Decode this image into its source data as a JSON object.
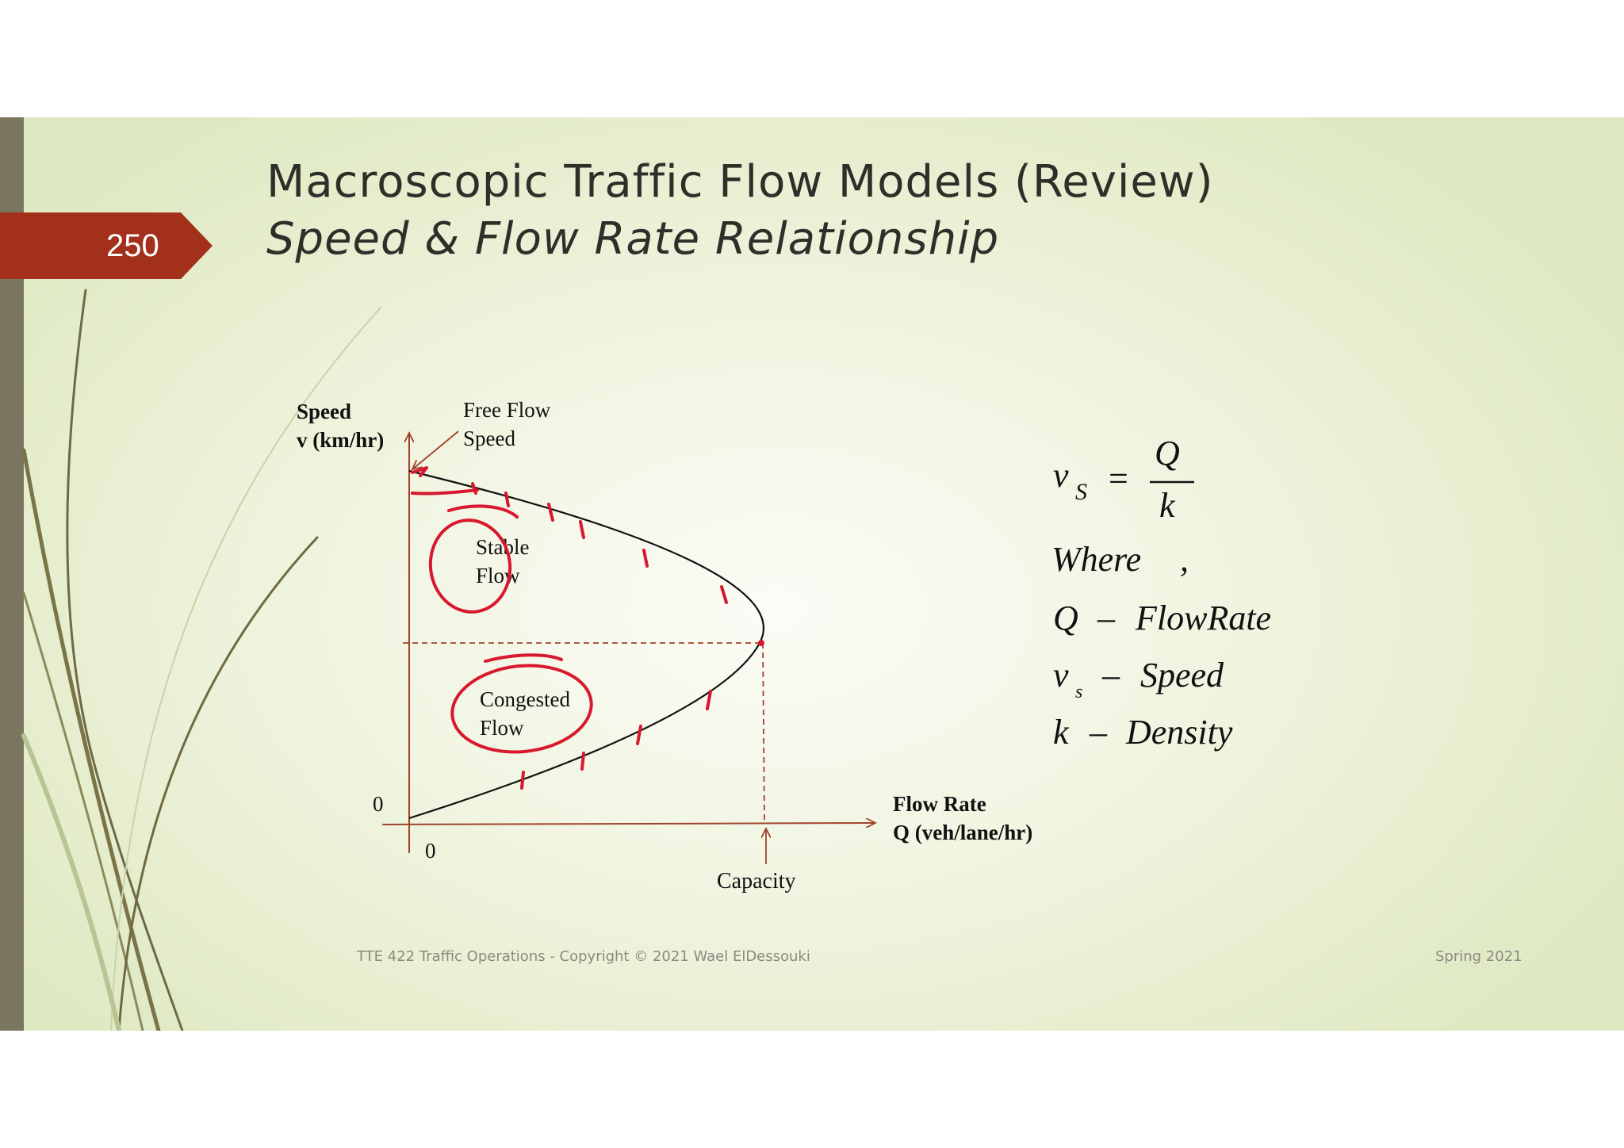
{
  "slide": {
    "number": "250",
    "title": "Macroscopic Traffic Flow Models (Review)",
    "subtitle": "Speed & Flow Rate Relationship",
    "footer_left": "TTE 422 Traffic Operations -  Copyright © 2021 Wael ElDessouki",
    "footer_right": "Spring 2021"
  },
  "colors": {
    "accent_red": "#a3301a",
    "axis": "#a0432c",
    "ink_red": "#d8182e",
    "curve": "#111111"
  },
  "diagram": {
    "y_axis_label_line1": "Speed",
    "y_axis_label_line2": "v (km/hr)",
    "x_axis_label_line1": "Flow Rate",
    "x_axis_label_line2": "Q (veh/lane/hr)",
    "origin_y": "0",
    "origin_x": "0",
    "free_flow_line1": "Free Flow",
    "free_flow_line2": "Speed",
    "stable_line1": "Stable",
    "stable_line2": "Flow",
    "congested_line1": "Congested",
    "congested_line2": "Flow",
    "capacity": "Capacity"
  },
  "formula": {
    "lhs_v": "v",
    "lhs_sub": "S",
    "equals": "=",
    "numerator": "Q",
    "denominator": "k",
    "where": "Where",
    "comma": ",",
    "def1_sym": "Q",
    "def1_dash": "–",
    "def1_text": "FlowRate",
    "def2_sym": "v",
    "def2_sub": "s",
    "def2_dash": "–",
    "def2_text": "Speed",
    "def3_sym": "k",
    "def3_dash": "–",
    "def3_text": "Density"
  }
}
